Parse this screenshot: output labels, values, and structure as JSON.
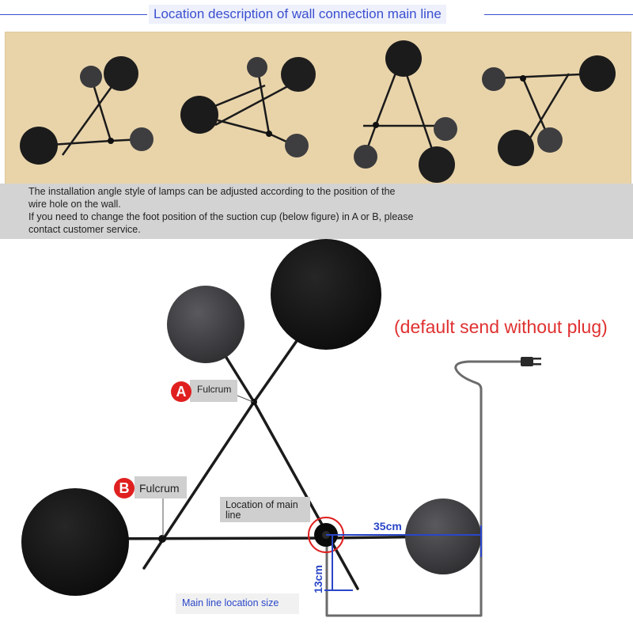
{
  "header": {
    "title": "Location description of wall connection main line"
  },
  "notes": {
    "line1": "The installation angle style of lamps can be adjusted according to the position of the",
    "line2": "wire hole on the wall.",
    "line3": "If you need to change the foot position of the suction cup (below figure) in A or B, please",
    "line4": "contact customer service."
  },
  "diagram": {
    "badge_a": "A",
    "badge_b": "B",
    "fulcrum_a": "Fulcrum",
    "fulcrum_b": "Fulcrum",
    "main_line_location_1": "Location of main",
    "main_line_location_2": "line",
    "plug_note": "(default send without plug)",
    "width_size": "35cm",
    "height_size": "13cm",
    "main_line_size_label": "Main line location size"
  },
  "colors": {
    "accent_blue": "#3a4fd0",
    "badge_red": "#e02020",
    "plug_red": "#e03030",
    "panel_tan": "#e9d4aa"
  }
}
